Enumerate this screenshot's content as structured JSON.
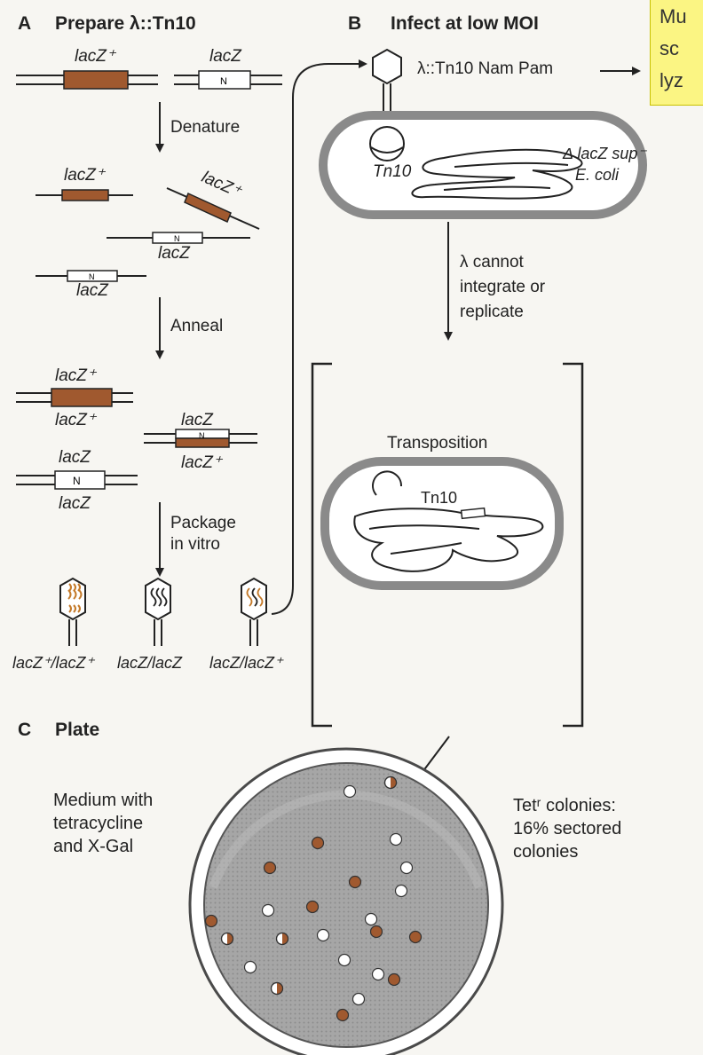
{
  "panel_a": {
    "letter": "A",
    "title": "Prepare λ::Tn10",
    "labels": {
      "lacz_plus_top": "lacZ⁺",
      "lacz_top": "lacZ",
      "denature": "Denature",
      "ss_lacz_plus_1": "lacZ⁺",
      "ss_lacz_plus_2": "lacZ⁺",
      "ss_lacz_1": "lacZ",
      "ss_lacz_2": "lacZ",
      "anneal": "Anneal",
      "het_lacz_plus_a": "lacZ⁺",
      "het_lacz_plus_b": "lacZ⁺",
      "het_lacz_a": "lacZ",
      "het_lacz_plus_c": "lacZ⁺",
      "het_lacz_b": "lacZ",
      "het_lacz_c": "lacZ",
      "package_1": "Package",
      "package_2": "in vitro",
      "phage_1": "lacZ⁺/lacZ⁺",
      "phage_2": "lacZ/lacZ",
      "phage_3": "lacZ/lacZ⁺"
    }
  },
  "panel_b": {
    "letter": "B",
    "title": "Infect at low MOI",
    "phage_label": "λ::Tn10 Nam Pam",
    "tn10_label": "Tn10",
    "host_1": "Δ lacZ sup⁻",
    "host_2": "E. coli",
    "step_1": "λ cannot",
    "step_2": "integrate or",
    "step_3": "replicate",
    "transposition": "Transposition",
    "tn10_label_2": "Tn10"
  },
  "panel_c": {
    "letter": "C",
    "title": "Plate",
    "medium_1": "Medium with",
    "medium_2": "tetracycline",
    "medium_3": "and X-Gal",
    "result_1": "Tetʳ colonies:",
    "result_2": "16% sectored",
    "result_3": "colonies"
  },
  "note": {
    "line_1": "Mu",
    "line_2": "sc",
    "line_3": "lyz"
  },
  "colors": {
    "brown": "#a0592f",
    "membrane": "#8a8a8a",
    "plate": "#9e9e9e"
  }
}
